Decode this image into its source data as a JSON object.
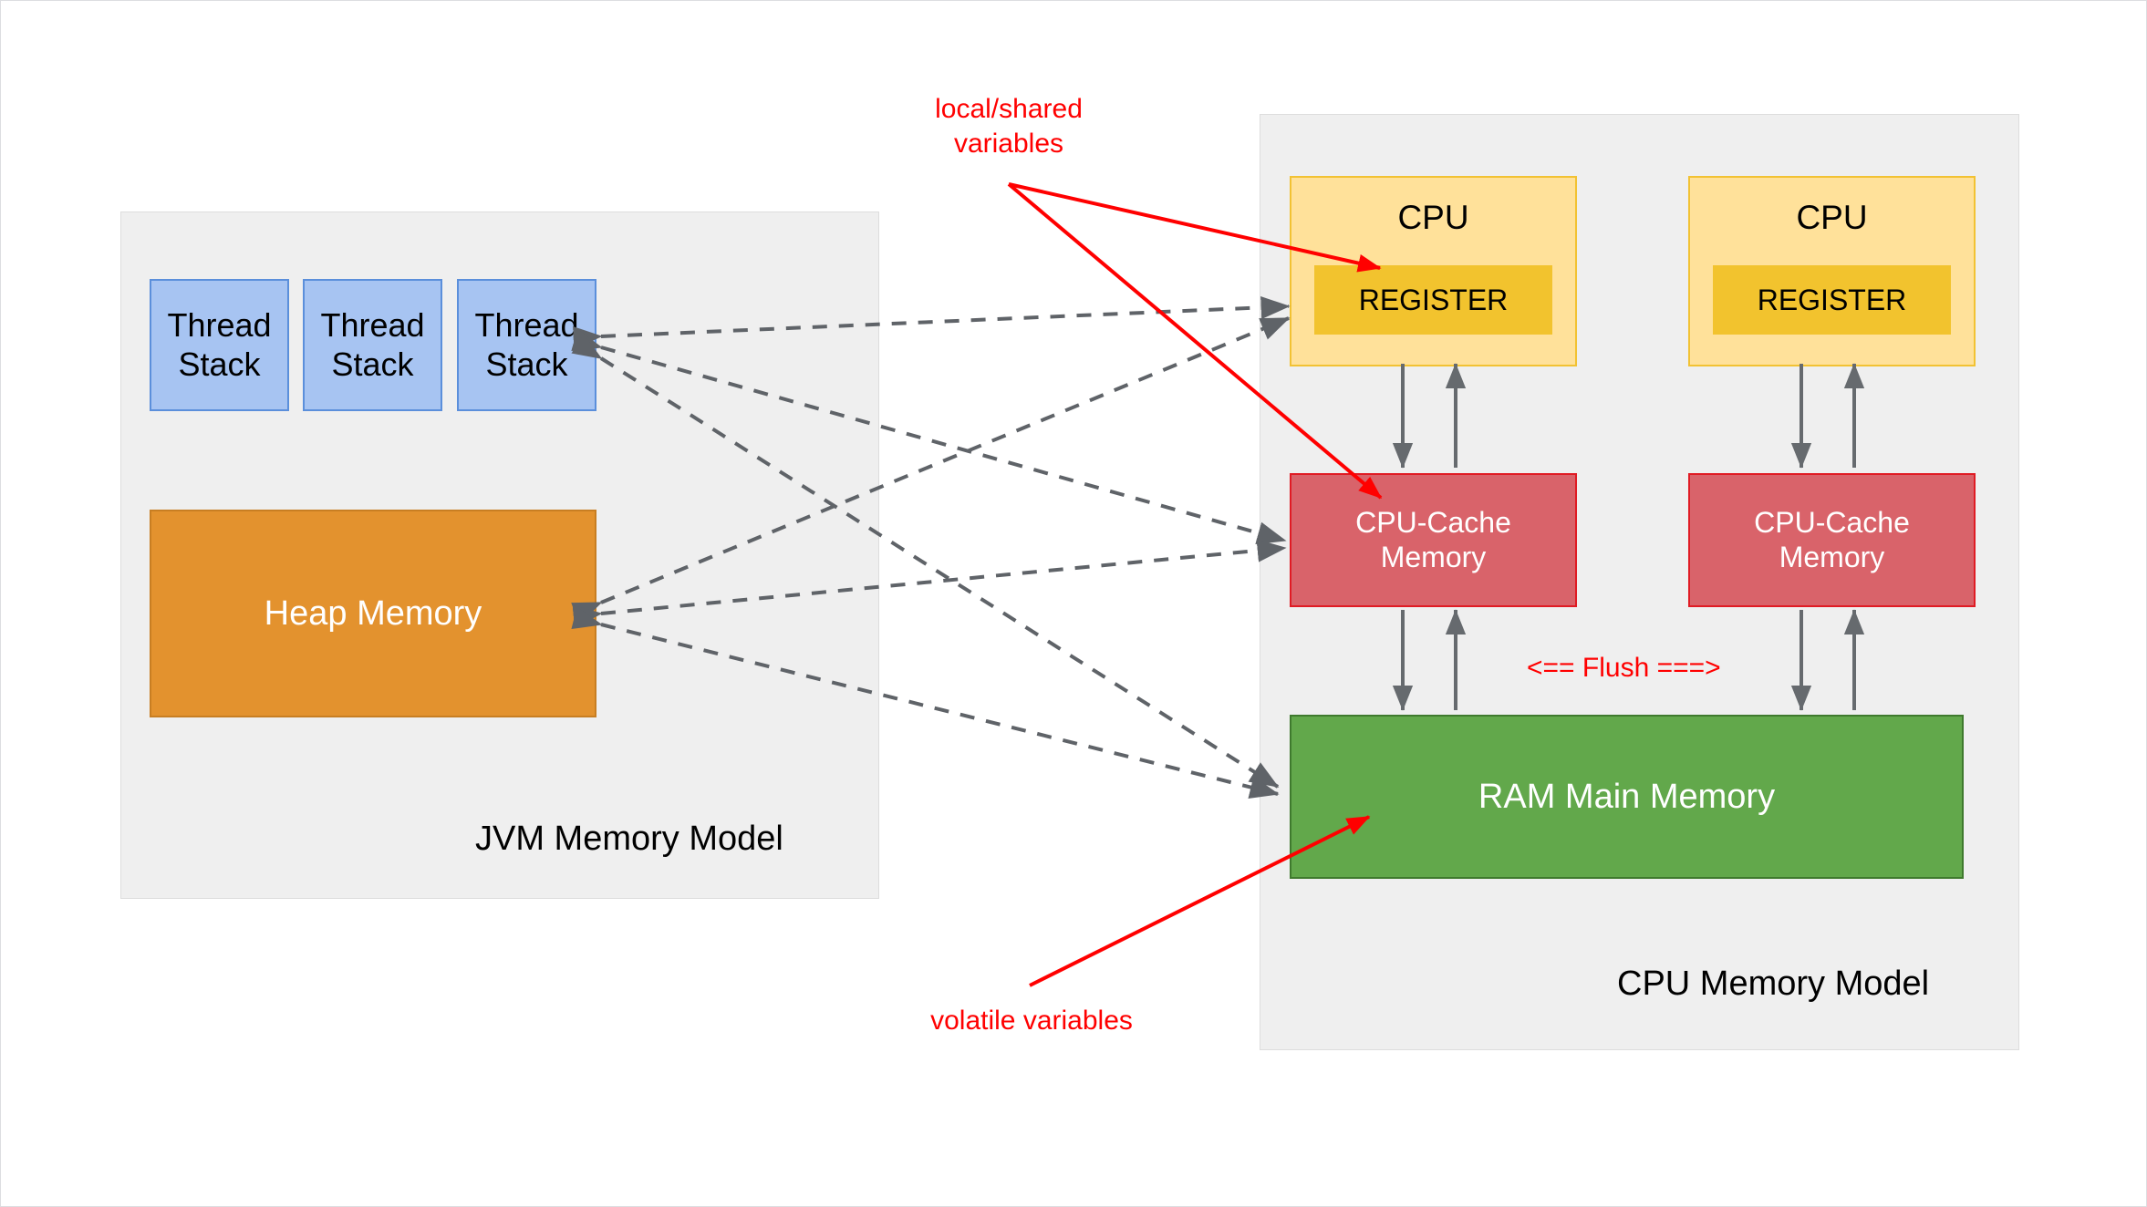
{
  "diagram": {
    "title_visible": false,
    "colors": {
      "panel_bg": "#efefef",
      "thread_stack_fill": "#a7c4f2",
      "thread_stack_stroke": "#5b8fdb",
      "heap_fill": "#e3922e",
      "cpu_fill": "#ffe19a",
      "cpu_stroke": "#f2c233",
      "register_fill": "#f2c32e",
      "cache_fill": "#d9636a",
      "cache_stroke": "#e01b24",
      "ram_fill": "#62a84b",
      "ram_stroke": "#3f7a2e",
      "annotation_red": "#ff0000",
      "dashed_arrow_gray": "#5f6368"
    }
  },
  "jvm_panel": {
    "caption": "JVM Memory Model",
    "thread_stacks": [
      {
        "label": "Thread\nStack"
      },
      {
        "label": "Thread\nStack"
      },
      {
        "label": "Thread\nStack"
      }
    ],
    "heap": {
      "label": "Heap Memory"
    }
  },
  "cpu_panel": {
    "caption": "CPU Memory Model",
    "cpus": [
      {
        "label": "CPU",
        "register_label": "REGISTER",
        "cache_label": "CPU-Cache\nMemory"
      },
      {
        "label": "CPU",
        "register_label": "REGISTER",
        "cache_label": "CPU-Cache\nMemory"
      }
    ],
    "ram": {
      "label": "RAM Main Memory"
    },
    "flush_label": "<== Flush ===>"
  },
  "annotations": [
    {
      "id": "local-shared-variables",
      "text": "local/shared\nvariables"
    },
    {
      "id": "volatile-variables",
      "text": "volatile variables"
    }
  ]
}
